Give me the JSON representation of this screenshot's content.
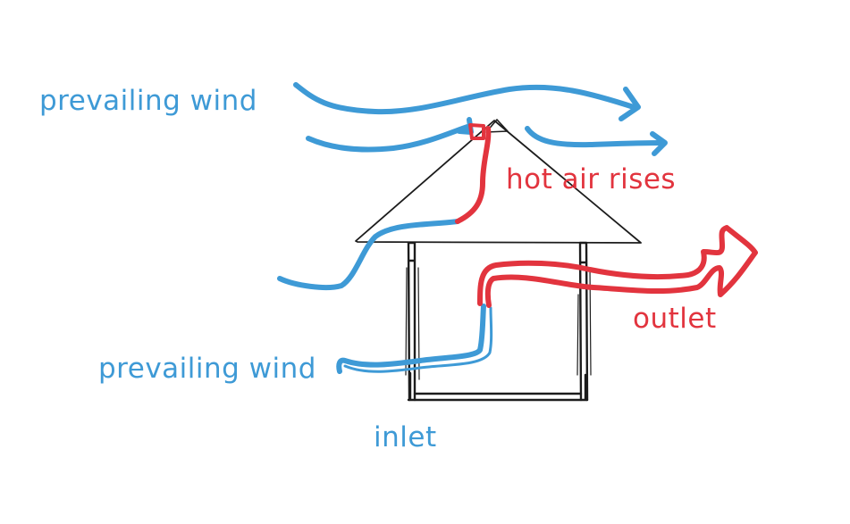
{
  "labels": {
    "prevailing_wind_top": "prevailing wind",
    "hot_air_rises": "hot air rises",
    "outlet": "outlet",
    "prevailing_wind_bottom": "prevailing wind",
    "inlet": "inlet"
  },
  "colors": {
    "cool_air": "#3e9ad6",
    "hot_air": "#e2343e",
    "house_outline": "#1c1c1c",
    "background": "#ffffff"
  }
}
